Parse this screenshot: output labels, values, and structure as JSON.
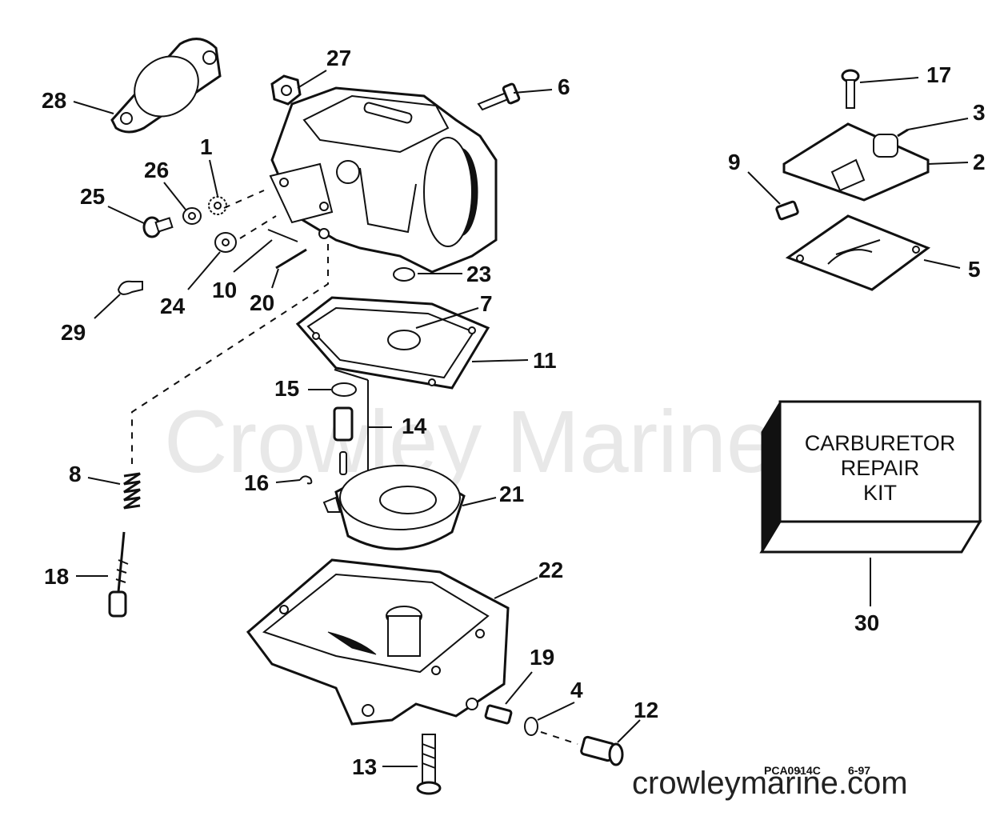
{
  "watermark": "Crowley Marine",
  "site": "crowleymarine.com",
  "drawing_code": "PCA0914C",
  "drawing_date": "6-97",
  "kit": {
    "line1": "CARBURETOR",
    "line2": "REPAIR",
    "line3": "KIT"
  },
  "callouts": {
    "c1": "1",
    "c2": "2",
    "c3": "3",
    "c4": "4",
    "c5": "5",
    "c6": "6",
    "c7": "7",
    "c8": "8",
    "c9": "9",
    "c10": "10",
    "c11": "11",
    "c12": "12",
    "c13": "13",
    "c14": "14",
    "c15": "15",
    "c16": "16",
    "c17": "17",
    "c18": "18",
    "c19": "19",
    "c20": "20",
    "c21": "21",
    "c22": "22",
    "c23": "23",
    "c24": "24",
    "c25": "25",
    "c26": "26",
    "c27": "27",
    "c28": "28",
    "c29": "29",
    "c30": "30"
  }
}
